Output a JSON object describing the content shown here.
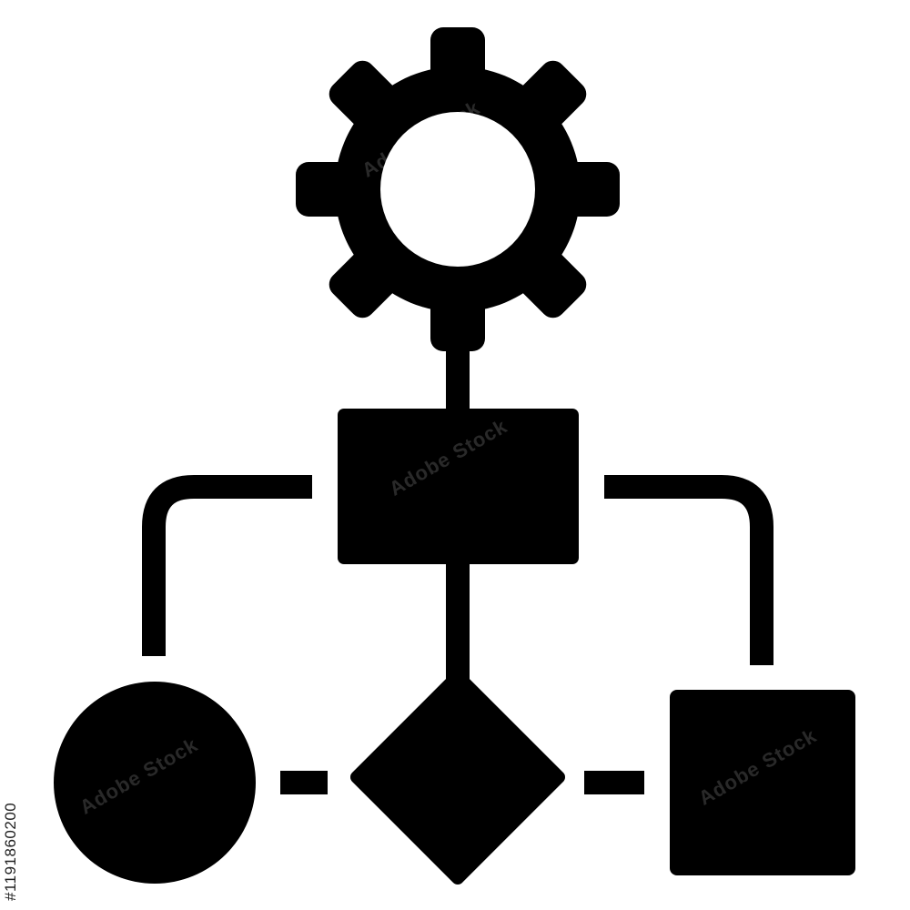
{
  "image": {
    "stock_id_text": "#1191860200",
    "watermark_text": "Adobe Stock",
    "colors": {
      "background": "#ffffff",
      "glyph": "#000000"
    }
  },
  "diagram": {
    "nodes": [
      {
        "id": "gear",
        "shape": "gear-icon"
      },
      {
        "id": "process",
        "shape": "rectangle"
      },
      {
        "id": "start",
        "shape": "circle"
      },
      {
        "id": "decision",
        "shape": "diamond"
      },
      {
        "id": "end",
        "shape": "square"
      }
    ],
    "edges": [
      {
        "from": "gear",
        "to": "process"
      },
      {
        "from": "process",
        "to": "start"
      },
      {
        "from": "process",
        "to": "decision"
      },
      {
        "from": "process",
        "to": "end"
      },
      {
        "from": "start",
        "to": "decision"
      },
      {
        "from": "decision",
        "to": "end"
      }
    ]
  }
}
